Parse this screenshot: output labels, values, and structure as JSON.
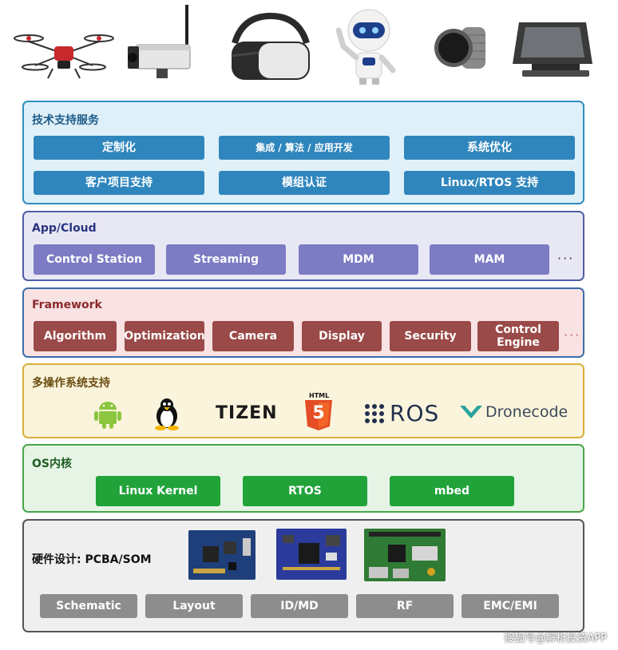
{
  "tech_support": {
    "title": "技术支持服务",
    "buttons": [
      "定制化",
      "集成 / 算法 / 应用开发",
      "系统优化",
      "客户项目支持",
      "模组认证",
      "Linux/RTOS 支持"
    ]
  },
  "app_cloud": {
    "title": "App/Cloud",
    "buttons": [
      "Control Station",
      "Streaming",
      "MDM",
      "MAM"
    ],
    "more": "···"
  },
  "framework": {
    "title": "Framework",
    "buttons": [
      "Algorithm",
      "Optimization",
      "Camera",
      "Display",
      "Security",
      "Control\nEngine"
    ],
    "more": "···"
  },
  "multi_os": {
    "title": "多操作系统支持",
    "logos": {
      "tizen": "TIZEN",
      "html5_label": "HTML",
      "html5_number": "5",
      "ros": "ROS",
      "dronecode": "Dronecode"
    },
    "icons": [
      "android-icon",
      "linux-tux-icon",
      "tizen-logo",
      "html5-logo",
      "ros-logo",
      "dronecode-logo"
    ]
  },
  "os_kernel": {
    "title": "OS内核",
    "buttons": [
      "Linux Kernel",
      "RTOS",
      "mbed"
    ]
  },
  "hardware": {
    "title": "硬件设计: PCBA/SOM",
    "buttons": [
      "Schematic",
      "Layout",
      "ID/MD",
      "RF",
      "EMC/EMI"
    ]
  },
  "devices": [
    "drone-icon",
    "ip-camera-icon",
    "vr-headset-icon",
    "robot-icon",
    "smartwatch-icon",
    "pos-terminal-icon"
  ],
  "colors": {
    "tech_bg": "#dff0f8",
    "tech_border": "#2f8fc1",
    "tech_btn": "#2f86bd",
    "app_bg": "#e8e8f5",
    "app_border": "#4f5fa6",
    "app_btn": "#7c7bc4",
    "fw_bg": "#f8e2e3",
    "fw_border": "#3c6ea8",
    "fw_btn": "#9a4a48",
    "os_bg": "#fbf4dc",
    "os_border": "#d9ae3c",
    "kernel_bg": "#e6f4e6",
    "kernel_border": "#48a64c",
    "kernel_btn": "#21a33a",
    "hw_bg": "#efefef",
    "hw_border": "#555555",
    "hw_btn": "#8d8d8d"
  },
  "watermark": "搜狐号@解析投资APP"
}
